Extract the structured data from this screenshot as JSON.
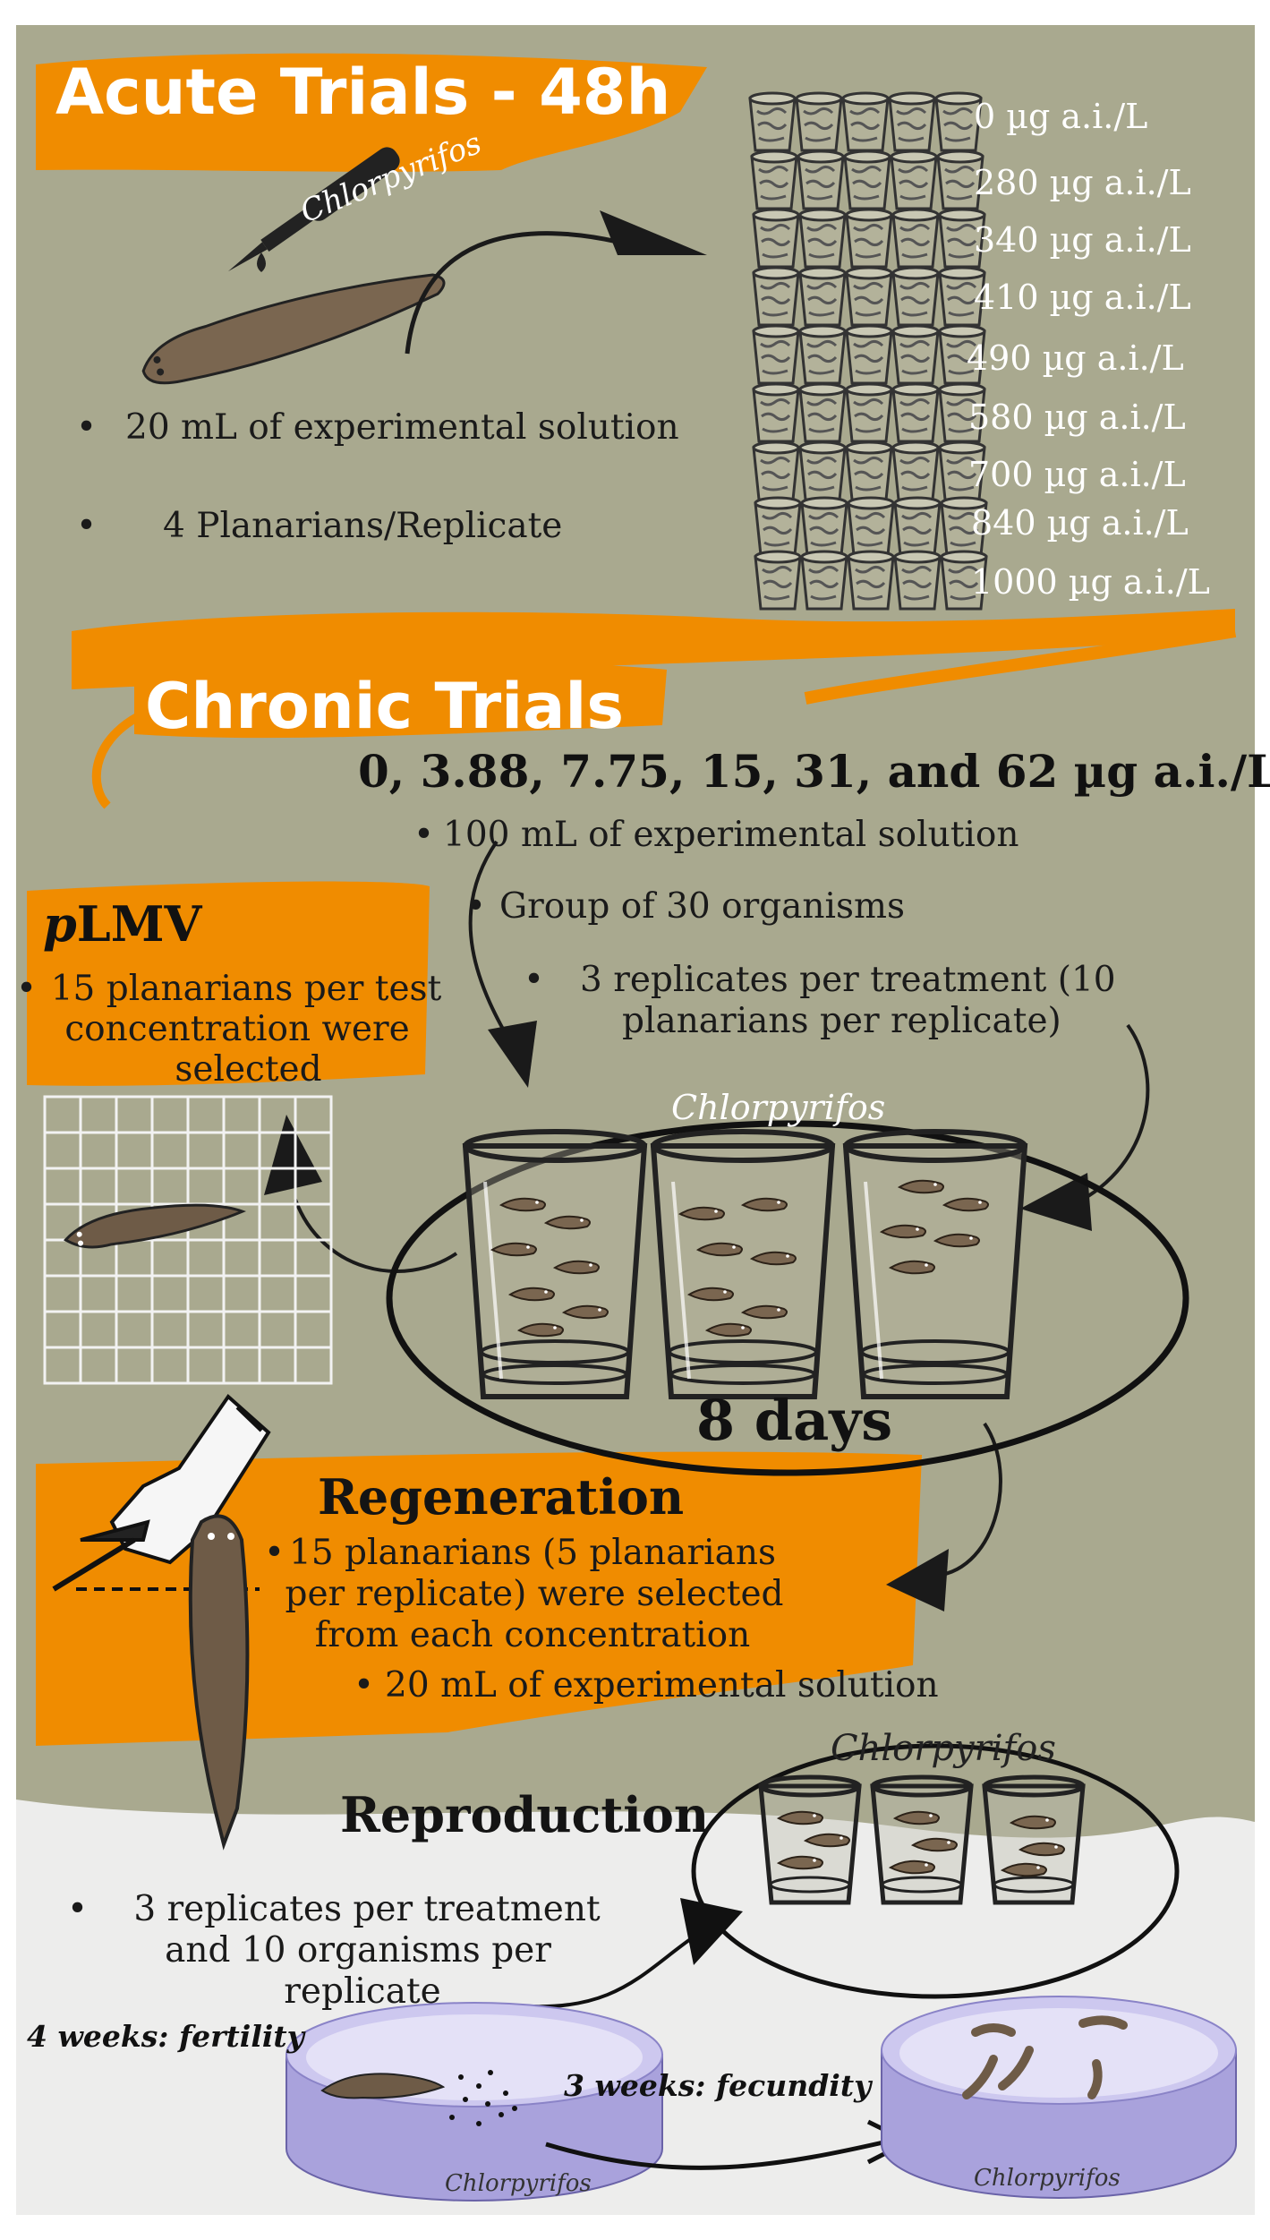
{
  "colors": {
    "background": "#a9a98f",
    "accent_orange": "#f08c00",
    "light_bottom": "#ededec",
    "planarian": "#6b5a48",
    "dish": "#b9b3e3"
  },
  "icons": [
    "dropper-icon",
    "planarian-icon",
    "cup-icon",
    "arrow-icon",
    "grid-icon",
    "gloved-hand-scalpel-icon",
    "petri-dish-icon",
    "egg-dots-icon"
  ],
  "acute": {
    "title": "Acute Trials - 48h",
    "dropper_label": "Chlorpyrifos",
    "bullets": [
      "20 mL of experimental solution",
      "4 Planarians/Replicate"
    ],
    "concentrations": [
      "0 µg a.i./L",
      "280 µg a.i./L",
      "340 µg a.i./L",
      "410 µg a.i./L",
      "490 µg a.i./L",
      "580 µg a.i./L",
      "700 µg a.i./L",
      "840 µg a.i./L",
      "1000 µg a.i./L"
    ]
  },
  "chronic": {
    "title": "Chronic Trials",
    "concentrations_line": "0, 3.88, 7.75, 15, 31, and 62 µg a.i./L",
    "bullets": [
      "100 mL of experimental solution",
      "Group of 30 organisms"
    ],
    "replicates_line1": "3 replicates per treatment (10",
    "replicates_line2": "planarians per replicate)",
    "vessel_label": "Chlorpyrifos",
    "duration": "8 days"
  },
  "plmv": {
    "title_prefix": "p",
    "title_rest": "LMV",
    "line1": "15 planarians per test",
    "line2": "concentration  were",
    "line3": "selected"
  },
  "regeneration": {
    "title": "Regeneration",
    "line1": "15 planarians (5 planarians",
    "line2": "per replicate) were selected",
    "line3": "from each concentration",
    "solution": "20 mL of experimental solution"
  },
  "reproduction": {
    "title": "Reproduction",
    "vessel_label": "Chlorpyrifos",
    "line1": "3 replicates per treatment",
    "line2": "and 10 organisms per",
    "line3": "replicate",
    "fertility_label": "4 weeks: fertility",
    "fecundity_label": "3 weeks: fecundity",
    "dish1_label": "Chlorpyrifos",
    "dish2_label": "Chlorpyrifos"
  }
}
